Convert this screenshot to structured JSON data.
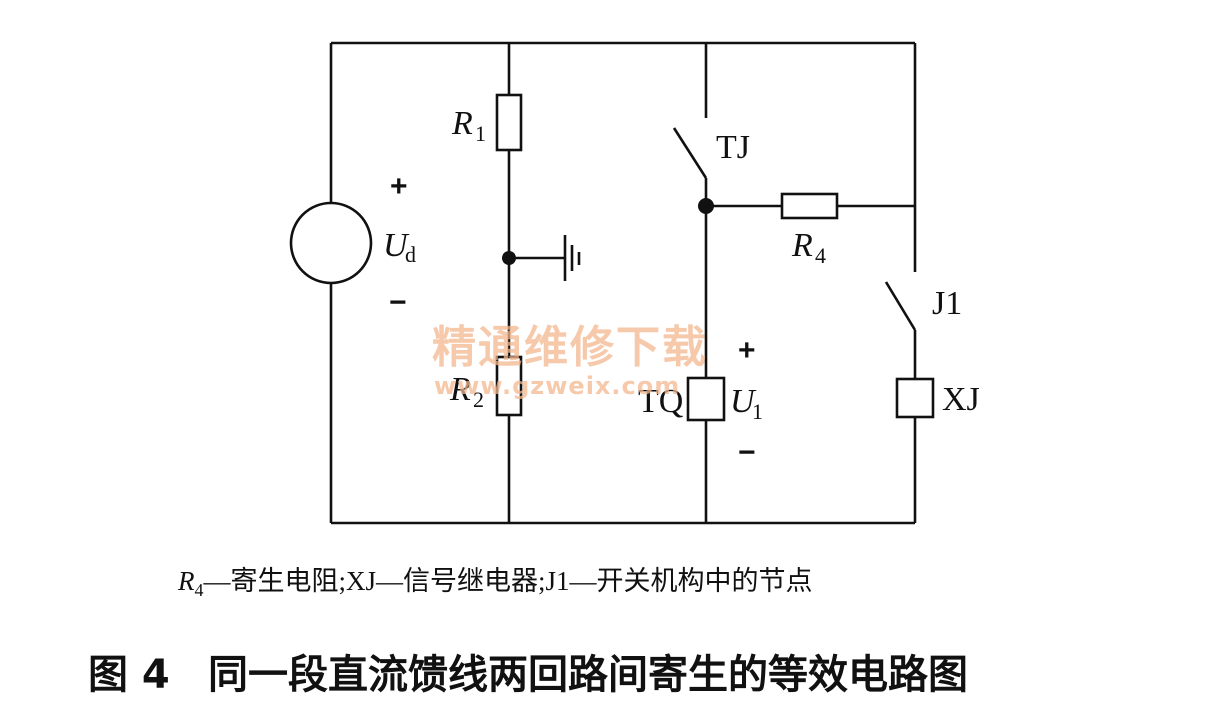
{
  "labels": {
    "r1": "R",
    "r1_sub": "1",
    "r2": "R",
    "r2_sub": "2",
    "r4": "R",
    "r4_sub": "4",
    "ud": "U",
    "ud_sub": "d",
    "u1": "U",
    "u1_sub": "1",
    "tj": "TJ",
    "j1": "J1",
    "tq": "TQ",
    "xj": "XJ",
    "plus": "+",
    "minus": "−"
  },
  "watermark": {
    "line1": "精通维修下载",
    "line2": "www.gzweix.com"
  },
  "legend": {
    "r4_sym": "R",
    "r4_sub": "4",
    "text": "—寄生电阻;XJ—信号继电器;J1—开关机构中的节点"
  },
  "caption": {
    "number": "图 4",
    "title": "同一段直流馈线两回路间寄生的等效电路图"
  }
}
